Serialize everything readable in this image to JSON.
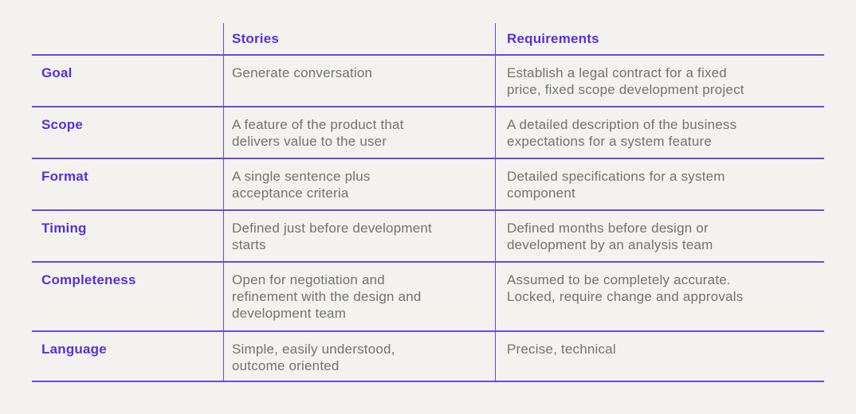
{
  "theme": {
    "background": "#f4f2ee",
    "accent_text_color": "#5630d9",
    "line_color": "#6a49dc",
    "body_text_color": "#757171"
  },
  "table": {
    "columns": [
      "Stories",
      "Requirements"
    ],
    "rows": [
      {
        "label": "Goal",
        "stories": "Generate conversation",
        "requirements": "Establish a legal contract for a fixed\nprice, fixed scope development project"
      },
      {
        "label": "Scope",
        "stories": "A feature of the product that\ndelivers value to the user",
        "requirements": "A detailed description of the business\nexpectations for a system feature"
      },
      {
        "label": "Format",
        "stories": "A single sentence plus\nacceptance criteria",
        "requirements": "Detailed specifications for a system\ncomponent"
      },
      {
        "label": "Timing",
        "stories": "Defined just before development\nstarts",
        "requirements": "Defined months before design or\ndevelopment by an analysis team"
      },
      {
        "label": "Completeness",
        "stories": "Open for negotiation and\nrefinement with the design and\ndevelopment team",
        "requirements": "Assumed to be completely accurate.\nLocked, require change and approvals"
      },
      {
        "label": "Language",
        "stories": "Simple, easily understood,\noutcome oriented",
        "requirements": "Precise, technical"
      }
    ]
  }
}
